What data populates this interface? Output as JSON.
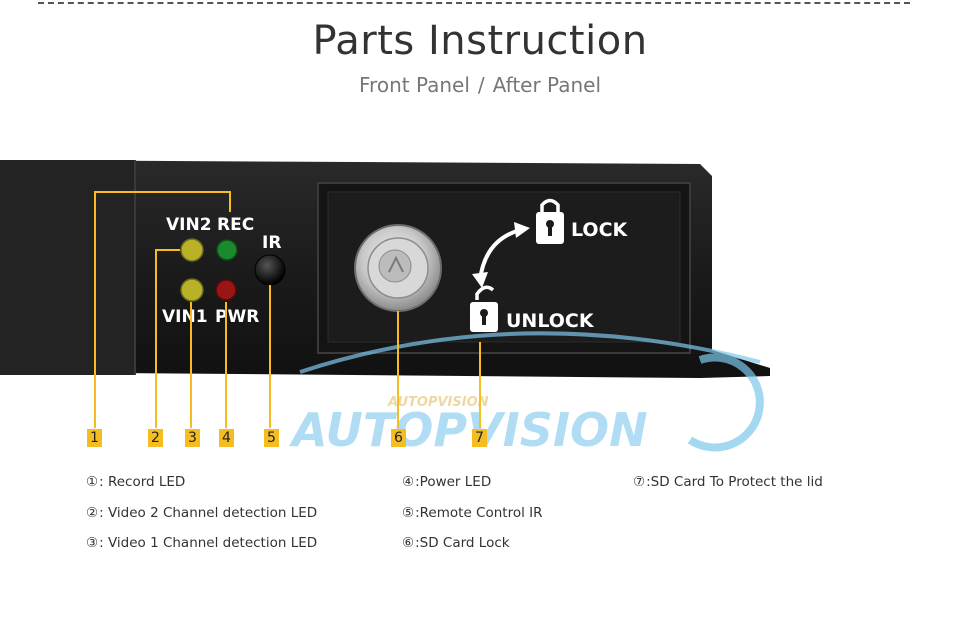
{
  "header": {
    "title": "Parts Instruction",
    "subtitle_front": "Front Panel",
    "subtitle_sep": "/",
    "subtitle_after": "After Panel"
  },
  "panel": {
    "labels": {
      "vin2": "VIN2",
      "rec": "REC",
      "ir": "IR",
      "vin1": "VIN1",
      "pwr": "PWR",
      "lock": "LOCK",
      "unlock": "UNLOCK"
    },
    "watermark": "AUTOPVISION",
    "watermark_small": "AUTOPVISION",
    "colors": {
      "panel": "#1b1b1b",
      "callout": "#f5bd1f",
      "watermark": "#7ec8ec",
      "led_yellow": "#b9b227",
      "led_green": "#1a8a2c",
      "led_red": "#9a1616"
    }
  },
  "callouts": [
    "1",
    "2",
    "3",
    "4",
    "5",
    "6",
    "7"
  ],
  "legend": {
    "col1": [
      {
        "num": "①",
        "text": ": Record LED"
      },
      {
        "num": "②",
        "text": ": Video 2 Channel detection LED"
      },
      {
        "num": "③",
        "text": ": Video 1 Channel detection LED"
      }
    ],
    "col2": [
      {
        "num": "④",
        "text": ":Power LED"
      },
      {
        "num": "⑤",
        "text": ":Remote Control IR"
      },
      {
        "num": "⑥",
        "text": ":SD Card Lock"
      }
    ],
    "col3": [
      {
        "num": "⑦",
        "text": ":SD Card To Protect the lid"
      }
    ]
  }
}
